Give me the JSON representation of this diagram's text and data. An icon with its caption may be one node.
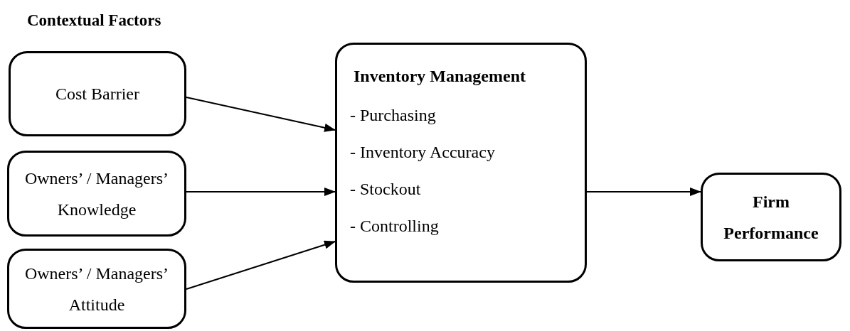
{
  "diagram": {
    "title": "Contextual Factors",
    "nodes": [
      {
        "text": [
          "Cost Barrier"
        ]
      },
      {
        "text": [
          "Owners’ / Managers’ Knowledge"
        ]
      },
      {
        "text": [
          "Owners’ / Managers’ Attitude"
        ]
      },
      {
        "text": [
          "Inventory Management",
          "- Purchasing",
          "- Inventory Accuracy",
          "- Stockout",
          "- Controlling"
        ]
      },
      {
        "text": [
          "Firm Performance"
        ]
      }
    ],
    "edges": [
      {
        "from": 0,
        "to": 3,
        "arrow": "to"
      },
      {
        "from": 1,
        "to": 3,
        "arrow": "to"
      },
      {
        "from": 2,
        "to": 3,
        "arrow": "to"
      },
      {
        "from": 3,
        "to": 4,
        "arrow": "to"
      }
    ]
  }
}
